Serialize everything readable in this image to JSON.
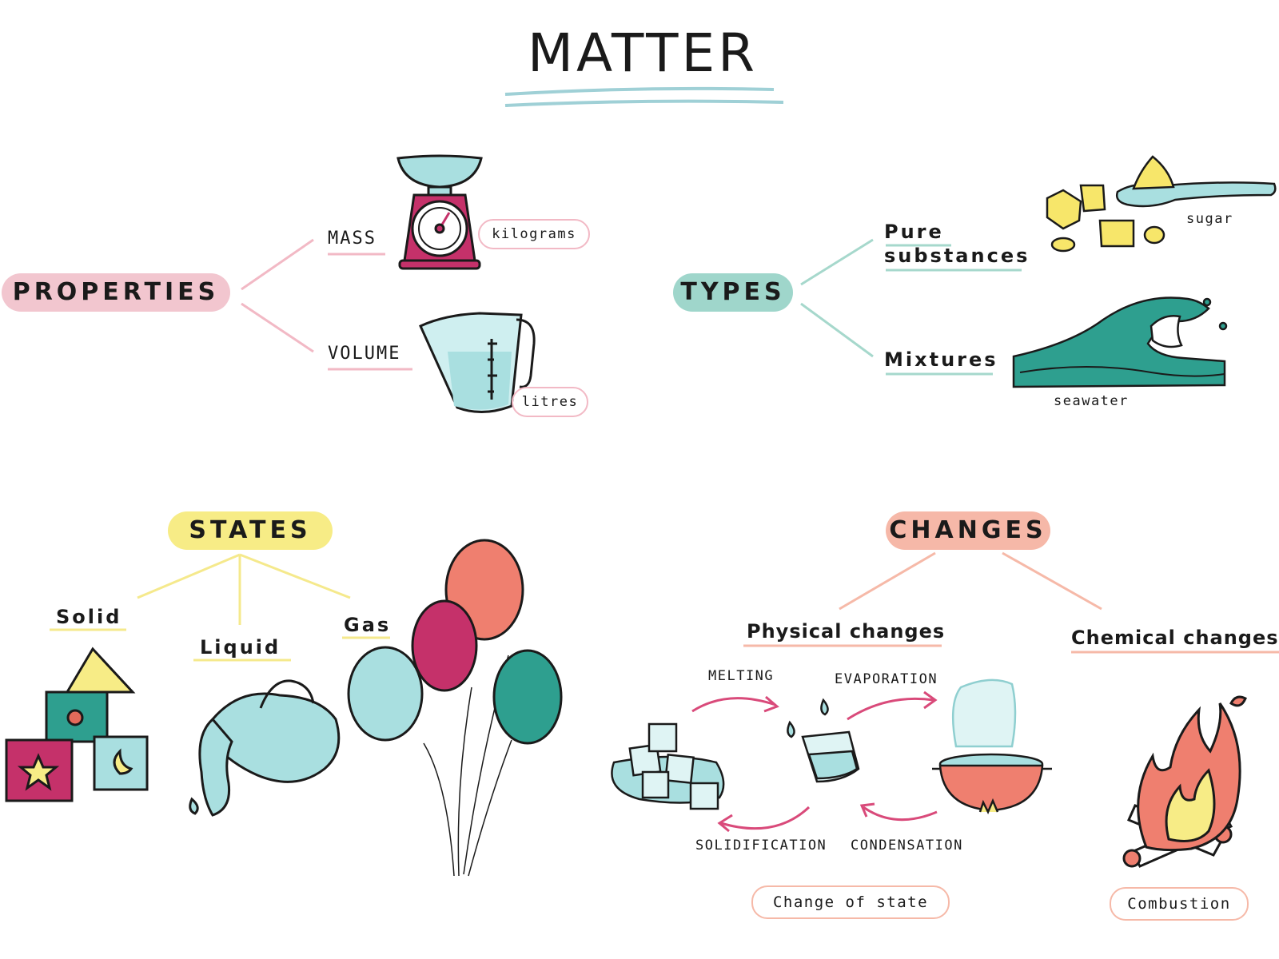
{
  "title": "MATTER",
  "colors": {
    "pink": "#f2c6cf",
    "teal": "#9fd6cb",
    "yellow": "#f7ec86",
    "salmon": "#f6b8a8",
    "magenta": "#c5316a",
    "aqua": "#a9dfe0",
    "green": "#2e9f8f"
  },
  "properties": {
    "label": "PROPERTIES",
    "mass": {
      "label": "MASS",
      "unit": "kilograms",
      "icon": "kitchen-scale-icon"
    },
    "volume": {
      "label": "VOLUME",
      "unit": "litres",
      "icon": "measuring-jug-icon"
    }
  },
  "types": {
    "label": "TYPES",
    "pure": {
      "label_line1": "Pure",
      "label_line2": "substances",
      "example": "sugar",
      "icon": "sugar-cubes-icon"
    },
    "mixtures": {
      "label": "Mixtures",
      "example": "seawater",
      "icon": "wave-icon"
    }
  },
  "states": {
    "label": "STATES",
    "solid": {
      "label": "Solid",
      "icon": "toy-blocks-icon"
    },
    "liquid": {
      "label": "Liquid",
      "icon": "pouring-jug-icon"
    },
    "gas": {
      "label": "Gas",
      "icon": "balloons-icon"
    }
  },
  "changes": {
    "label": "CHANGES",
    "physical": {
      "label": "Physical changes",
      "melting": "MELTING",
      "evaporation": "EVAPORATION",
      "solidification": "SOLIDIFICATION",
      "condensation": "CONDENSATION",
      "caption": "Change of state",
      "icons": [
        "ice-cubes-icon",
        "water-glass-icon",
        "boiling-pot-icon"
      ]
    },
    "chemical": {
      "label": "Chemical changes",
      "caption": "Combustion",
      "icon": "campfire-icon"
    }
  }
}
